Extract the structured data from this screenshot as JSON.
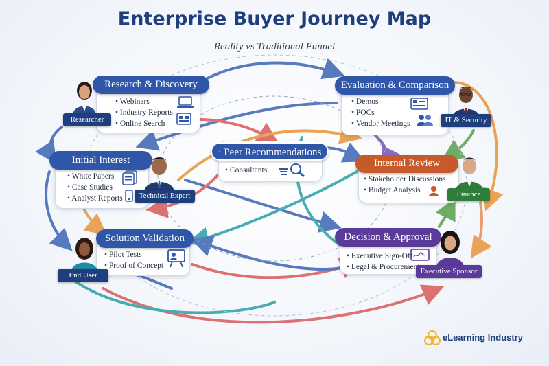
{
  "title": "Enterprise Buyer Journey Map",
  "subtitle": "Reality vs Traditional Funnel",
  "stages": {
    "research": {
      "title": "Research & Discovery",
      "items": [
        "Webinars",
        "Industry Reports",
        "Online Search"
      ],
      "color": "#2f56a8"
    },
    "evaluation": {
      "title": "Evaluation & Comparison",
      "items": [
        "Demos",
        "POCs",
        "Vendor Meetings"
      ],
      "color": "#2f56a8"
    },
    "interest": {
      "title": "Initial Interest",
      "items": [
        "White Papers",
        "Case Studies",
        "Analyst Reports"
      ],
      "color": "#2f56a8"
    },
    "peer": {
      "title": "· Peer Recommendations",
      "items": [
        "Consultants"
      ],
      "color": "#2f56a8"
    },
    "review": {
      "title": "Internal Review",
      "items": [
        "Stakeholder Discussions",
        "Budget Analysis"
      ],
      "color": "#c65a2b"
    },
    "validation": {
      "title": "Solution Validation",
      "items": [
        "Pilot Tests",
        "Proof of Concept"
      ],
      "color": "#2f56a8"
    },
    "decision": {
      "title": "Decision & Approval",
      "items": [
        "Executive Sign-Off",
        "Legal & Procurement"
      ],
      "color": "#5a3b9a"
    }
  },
  "personas": {
    "researcher": {
      "label": "Researcher",
      "color": "#1f3e7e"
    },
    "it_security": {
      "label": "IT & Security",
      "color": "#1f3e7e"
    },
    "technical_expert": {
      "label": "Technical Expert",
      "color": "#1f3e7e"
    },
    "finance": {
      "label": "Finance",
      "color": "#2e7d3a"
    },
    "end_user": {
      "label": "End User",
      "color": "#1f3e7e"
    },
    "executive_sponsor": {
      "label": "Executive Sponsor",
      "color": "#5a3b9a"
    }
  },
  "brand": {
    "name": "eLearning Industry",
    "color": "#f1b52a"
  },
  "icons": {
    "research": [
      "laptop-icon",
      "dashboard-icon"
    ],
    "evaluation": [
      "presentation-icon",
      "users-icon"
    ],
    "interest": [
      "documents-icon",
      "phone-icon"
    ],
    "peer": "magnifier-icon",
    "review": "person-icon",
    "validation": "presentation-board-icon",
    "decision": "signature-icon"
  }
}
